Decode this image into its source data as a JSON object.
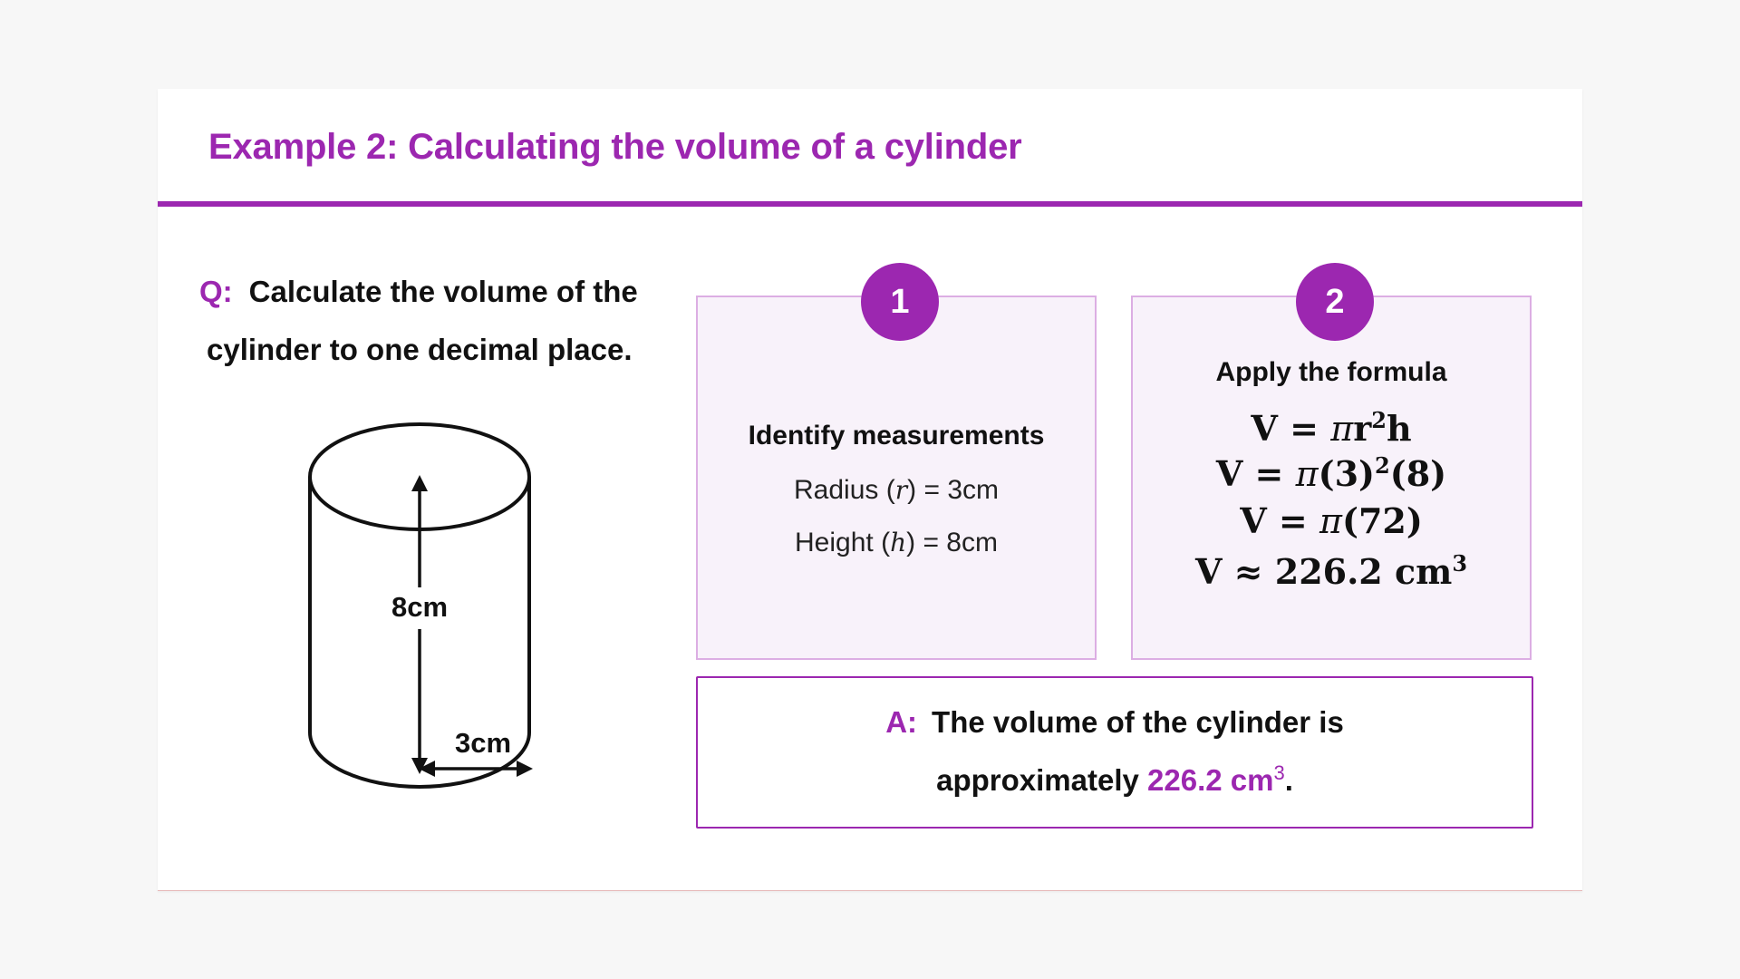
{
  "slide": {
    "title": "Example 2: Calculating the volume of a cylinder"
  },
  "question": {
    "prefix": "Q:",
    "line1": "Calculate the volume of the",
    "line2": "cylinder to one decimal place."
  },
  "diagram": {
    "height_label": "8cm",
    "radius_label": "3cm"
  },
  "step1": {
    "number": "1",
    "heading": "Identify measurements",
    "radius_label": "Radius",
    "radius_var": "r",
    "radius_value": "= 3cm",
    "height_label": "Height",
    "height_var": "h",
    "height_value": "= 8cm"
  },
  "step2": {
    "number": "2",
    "heading": "Apply the formula",
    "formula_lines": [
      {
        "lhs": "V = ",
        "pi": "π",
        "rest": "r",
        "sup": "2",
        "tail": "h"
      },
      {
        "lhs": "V = ",
        "pi": "π",
        "rest": "(3)",
        "sup": "2",
        "tail": "(8)"
      },
      {
        "lhs": "V = ",
        "pi": "π",
        "rest": "(72)",
        "sup": "",
        "tail": ""
      },
      {
        "lhs": "V ≈ ",
        "pi": "",
        "rest": "226.2 cm",
        "sup": "3",
        "tail": ""
      }
    ]
  },
  "answer": {
    "prefix": "A:",
    "line1": "The volume of the cylinder is",
    "line2_text": "approximately ",
    "value": "226.2 cm",
    "value_sup": "3",
    "period": "."
  },
  "colors": {
    "accent": "#9c27b0",
    "card_bg": "#f8f2fa",
    "card_border": "#dcaee3"
  }
}
